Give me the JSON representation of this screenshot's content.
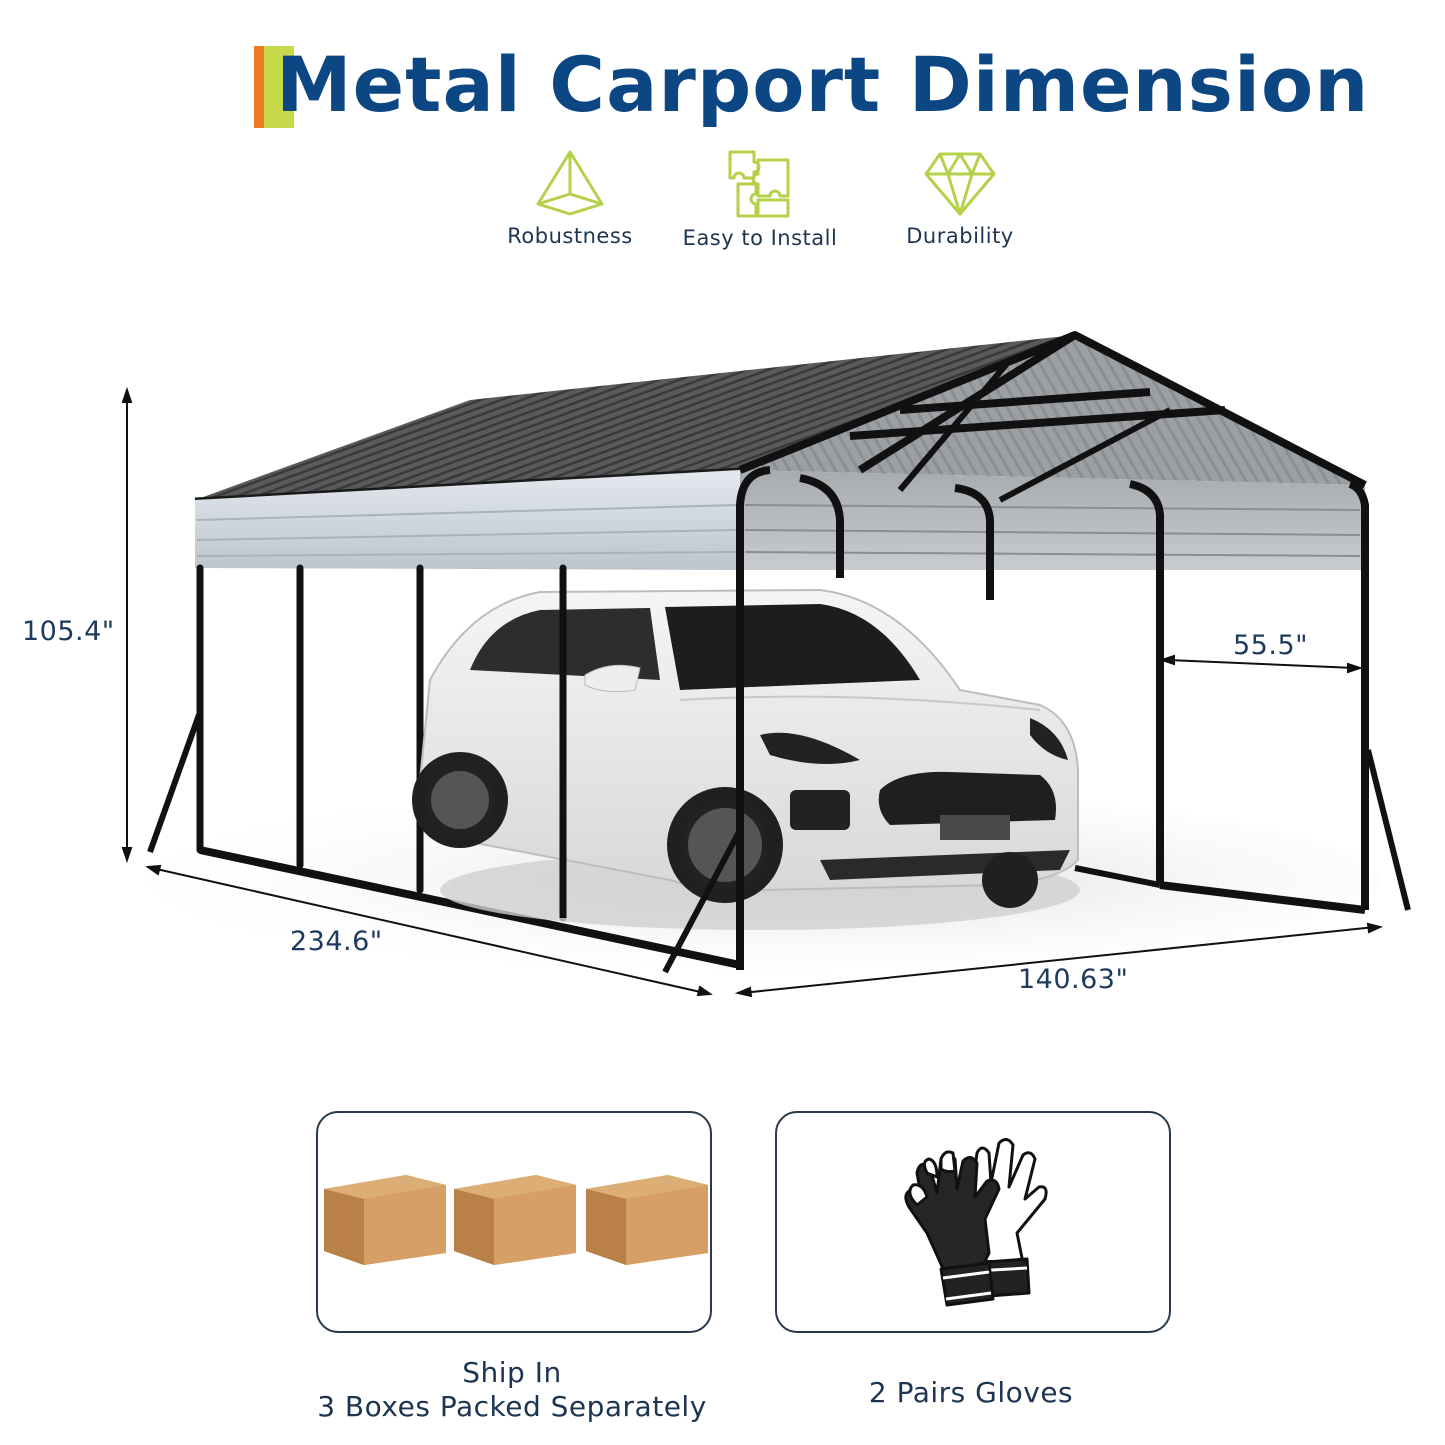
{
  "header": {
    "title": "Metal Carport Dimension",
    "accent_colors": [
      "#ee7a22",
      "#c6d94a"
    ],
    "title_color": "#0d4783"
  },
  "features": [
    {
      "icon": "pyramid-icon",
      "label": "Robustness"
    },
    {
      "icon": "puzzle-icon",
      "label": "Easy to Install"
    },
    {
      "icon": "diamond-icon",
      "label": "Durability"
    }
  ],
  "feature_icon_color": "#b5d14a",
  "dimensions": {
    "height": "105.4\"",
    "bay_width": "55.5\"",
    "length": "234.6\"",
    "width": "140.63\""
  },
  "package": {
    "boxes": {
      "caption_line1": "Ship In",
      "caption_line2": "3 Boxes Packed Separately",
      "count": 3
    },
    "gloves": {
      "caption": "2 Pairs Gloves"
    }
  }
}
